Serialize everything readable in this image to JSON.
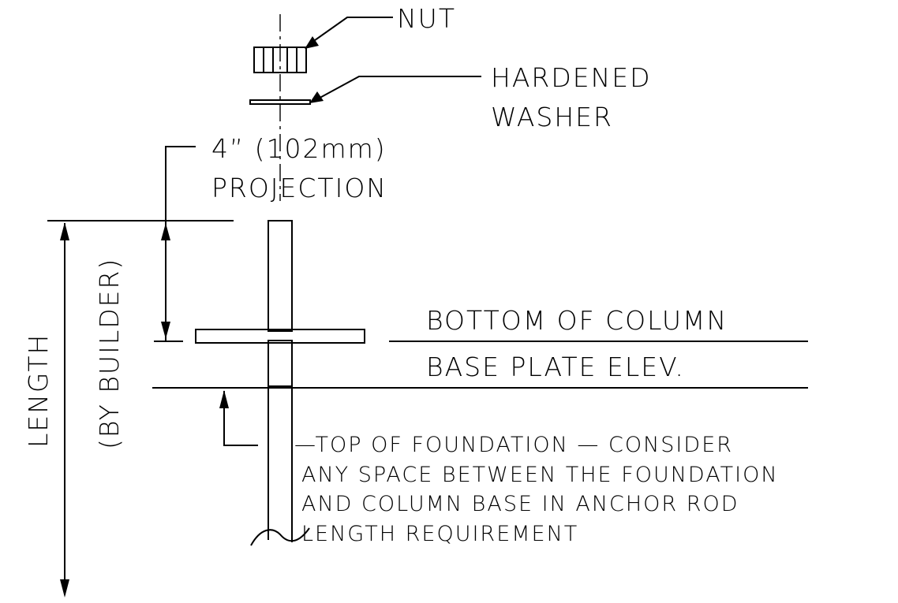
{
  "labels": {
    "nut": "NUT",
    "washer_line1": "HARDENED",
    "washer_line2": "WASHER",
    "projection_line1": "4” (102mm)",
    "projection_line2": "PROJECTION",
    "bottom_of_column": "BOTTOM OF COLUMN",
    "base_plate_elev": "BASE PLATE ELEV.",
    "foundation_line1": "—TOP OF FOUNDATION — CONSIDER",
    "foundation_line2": "ANY SPACE BETWEEN THE FOUNDATION",
    "foundation_line3": "AND COLUMN BASE IN ANCHOR ROD",
    "foundation_line4": "LENGTH REQUIREMENT",
    "length": "LENGTH",
    "by_builder": "(BY BUILDER)"
  },
  "colors": {
    "ink": "#000000",
    "paper": "#ffffff"
  }
}
